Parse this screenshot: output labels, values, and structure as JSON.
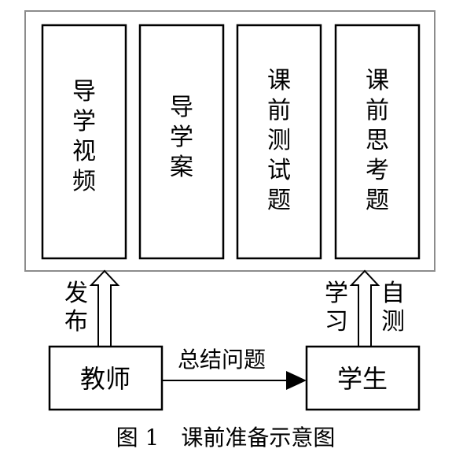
{
  "diagram": {
    "resources": [
      {
        "chars": [
          "导",
          "学",
          "视",
          "频"
        ]
      },
      {
        "chars": [
          "导",
          "学",
          "案"
        ]
      },
      {
        "chars": [
          "课",
          "前",
          "测",
          "试",
          "题"
        ]
      },
      {
        "chars": [
          "课",
          "前",
          "思",
          "考",
          "题"
        ]
      }
    ],
    "teacher_label": "教师",
    "student_label": "学生",
    "publish_chars": [
      "发",
      "布"
    ],
    "learn_chars": [
      "学",
      "习"
    ],
    "selftest_chars": [
      "自",
      "测"
    ],
    "summary_label": "总结问题",
    "caption": "图 1　课前准备示意图"
  },
  "colors": {
    "stroke": "#000000",
    "outer_frame": "#8c8c8c",
    "background": "#ffffff"
  }
}
